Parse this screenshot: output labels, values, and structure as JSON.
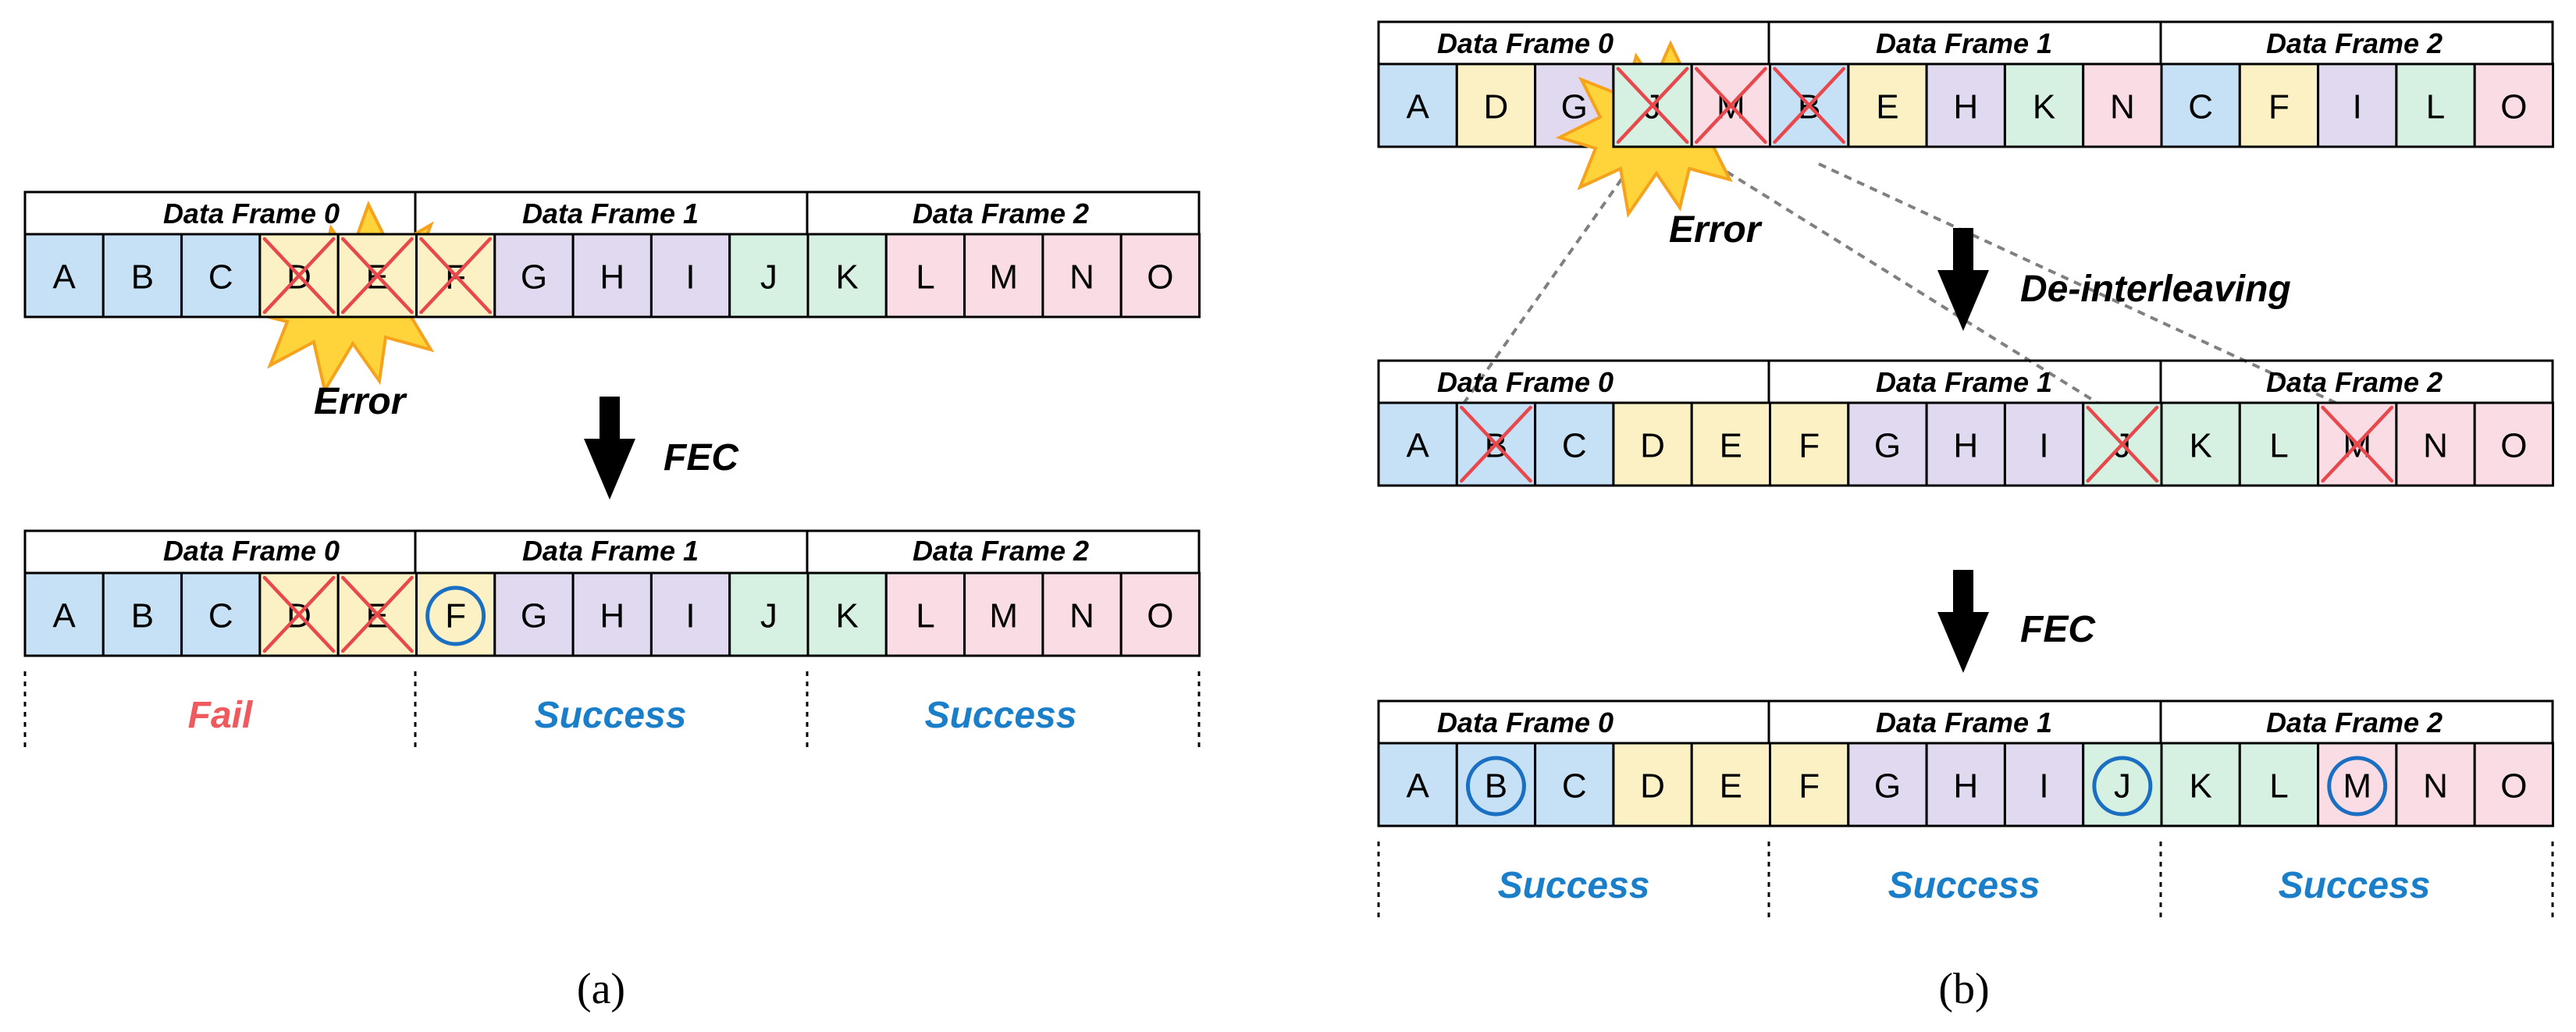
{
  "colors": {
    "blue": "#c6e1f6",
    "yellow": "#fbf1c4",
    "purple": "#e0d9f0",
    "green": "#d6f0e2",
    "pink": "#f9dce4",
    "fail": "#ef5a5f",
    "success": "#1a7ec9"
  },
  "frame_names": [
    "Data Frame 0",
    "Data Frame 1",
    "Data Frame 2"
  ],
  "labels": {
    "error": "Error",
    "fec": "FEC",
    "deinterleave": "De-interleaving"
  },
  "caption_a": "(a)",
  "caption_b": "(b)",
  "panel_a": {
    "row1": {
      "cells": [
        "A",
        "B",
        "C",
        "D",
        "E",
        "F",
        "G",
        "H",
        "I",
        "J",
        "K",
        "L",
        "M",
        "N",
        "O"
      ],
      "colors": [
        "blue",
        "blue",
        "blue",
        "yellow",
        "yellow",
        "yellow",
        "purple",
        "purple",
        "purple",
        "green",
        "green",
        "pink",
        "pink",
        "pink",
        "pink"
      ],
      "crossed": [
        3,
        4,
        5
      ],
      "circled": []
    },
    "row2": {
      "cells": [
        "A",
        "B",
        "C",
        "D",
        "E",
        "F",
        "G",
        "H",
        "I",
        "J",
        "K",
        "L",
        "M",
        "N",
        "O"
      ],
      "colors": [
        "blue",
        "blue",
        "blue",
        "yellow",
        "yellow",
        "yellow",
        "purple",
        "purple",
        "purple",
        "green",
        "green",
        "pink",
        "pink",
        "pink",
        "pink"
      ],
      "crossed": [
        3,
        4
      ],
      "circled": [
        5
      ]
    },
    "status": [
      "Fail",
      "Success",
      "Success"
    ],
    "status_kind": [
      "fail",
      "success",
      "success"
    ]
  },
  "panel_b": {
    "row1": {
      "cells": [
        "A",
        "D",
        "G",
        "J",
        "M",
        "B",
        "E",
        "H",
        "K",
        "N",
        "C",
        "F",
        "I",
        "L",
        "O"
      ],
      "colors": [
        "blue",
        "yellow",
        "purple",
        "green",
        "pink",
        "blue",
        "yellow",
        "purple",
        "green",
        "pink",
        "blue",
        "yellow",
        "purple",
        "green",
        "pink"
      ],
      "crossed": [
        3,
        4,
        5
      ],
      "circled": []
    },
    "row2": {
      "cells": [
        "A",
        "B",
        "C",
        "D",
        "E",
        "F",
        "G",
        "H",
        "I",
        "J",
        "K",
        "L",
        "M",
        "N",
        "O"
      ],
      "colors": [
        "blue",
        "blue",
        "blue",
        "yellow",
        "yellow",
        "yellow",
        "purple",
        "purple",
        "purple",
        "green",
        "green",
        "green",
        "pink",
        "pink",
        "pink"
      ],
      "crossed": [
        1,
        9,
        12
      ],
      "circled": []
    },
    "row3": {
      "cells": [
        "A",
        "B",
        "C",
        "D",
        "E",
        "F",
        "G",
        "H",
        "I",
        "J",
        "K",
        "L",
        "M",
        "N",
        "O"
      ],
      "colors": [
        "blue",
        "blue",
        "blue",
        "yellow",
        "yellow",
        "yellow",
        "purple",
        "purple",
        "purple",
        "green",
        "green",
        "green",
        "pink",
        "pink",
        "pink"
      ],
      "crossed": [],
      "circled": [
        1,
        9,
        12
      ]
    },
    "status": [
      "Success",
      "Success",
      "Success"
    ],
    "status_kind": [
      "success",
      "success",
      "success"
    ]
  }
}
